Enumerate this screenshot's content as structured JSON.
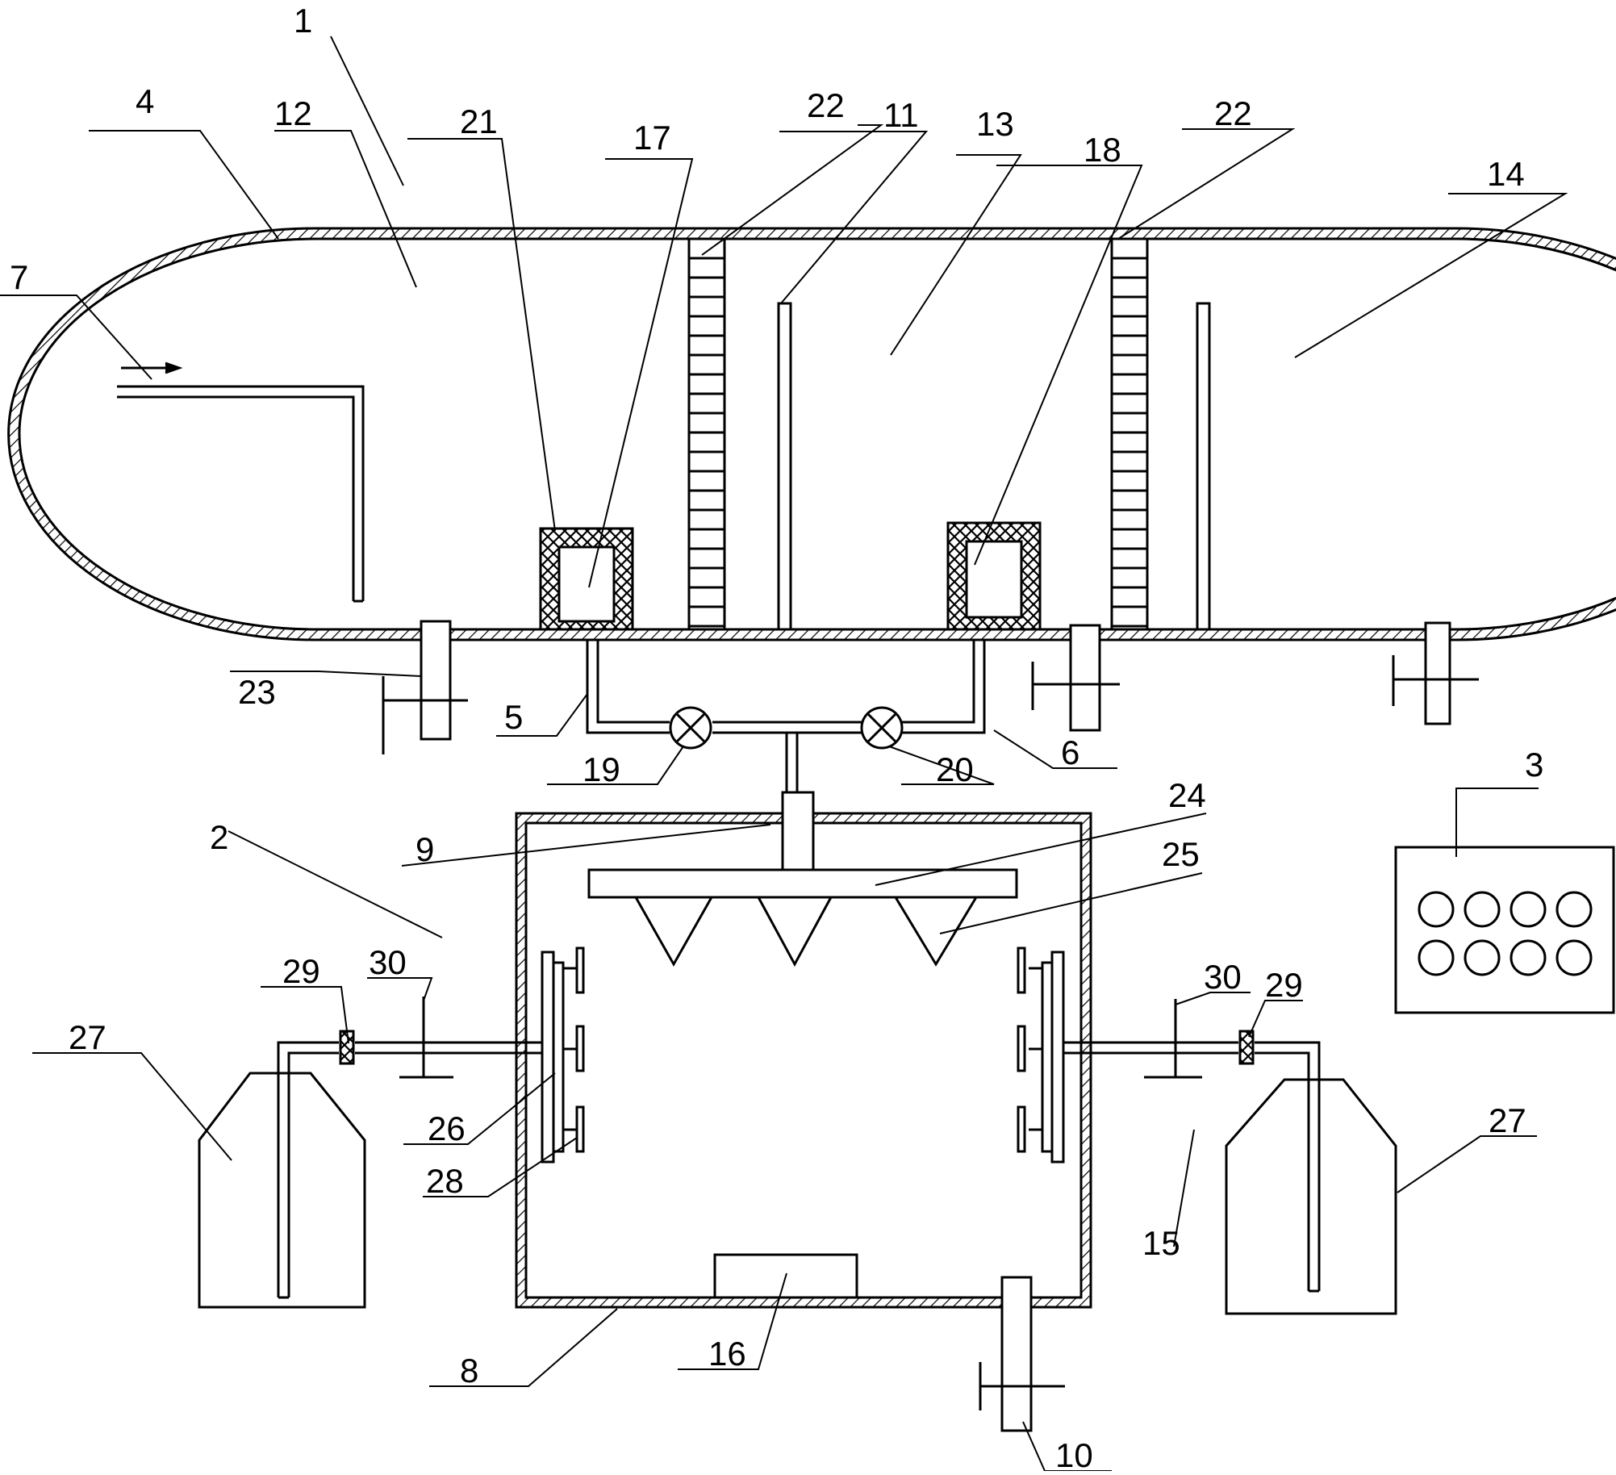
{
  "diagram": {
    "labels": {
      "l1": "1",
      "l2": "2",
      "l3": "3",
      "l4": "4",
      "l5": "5",
      "l6": "6",
      "l7": "7",
      "l8": "8",
      "l9": "9",
      "l10": "10",
      "l11": "11",
      "l12": "12",
      "l13": "13",
      "l14": "14",
      "l15": "15",
      "l16": "16",
      "l17": "17",
      "l18": "18",
      "l19": "19",
      "l20": "20",
      "l21": "21",
      "l22a": "22",
      "l22b": "22",
      "l23": "23",
      "l24": "24",
      "l25": "25",
      "l26": "26",
      "l27a": "27",
      "l27b": "27",
      "l28": "28",
      "l29a": "29",
      "l29b": "29",
      "l30a": "30",
      "l30b": "30"
    },
    "colors": {
      "line": "#000000",
      "background": "#ffffff"
    }
  }
}
